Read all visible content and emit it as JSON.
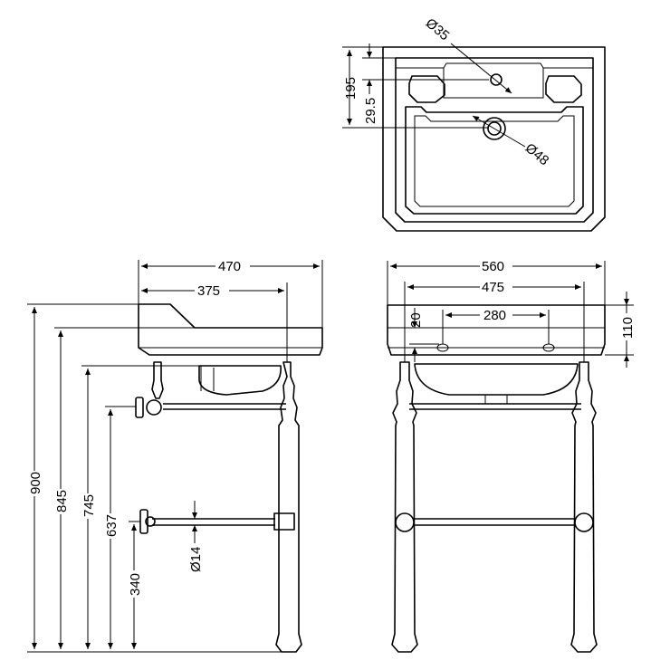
{
  "drawing": {
    "plan": {
      "tap_hole_dia": "Ø35",
      "waste_dia": "Ø48",
      "depth_195": "195",
      "offset_29_5": "29.5"
    },
    "side": {
      "overall_depth": "470",
      "bowl_depth": "375",
      "rail_dia": "Ø14",
      "h_900": "900",
      "h_845": "845",
      "h_745": "745",
      "h_637": "637",
      "h_340": "340"
    },
    "front": {
      "overall_width": "560",
      "leg_centres": "475",
      "tap_centres": "280",
      "rim_20": "20",
      "rim_110": "110"
    }
  }
}
